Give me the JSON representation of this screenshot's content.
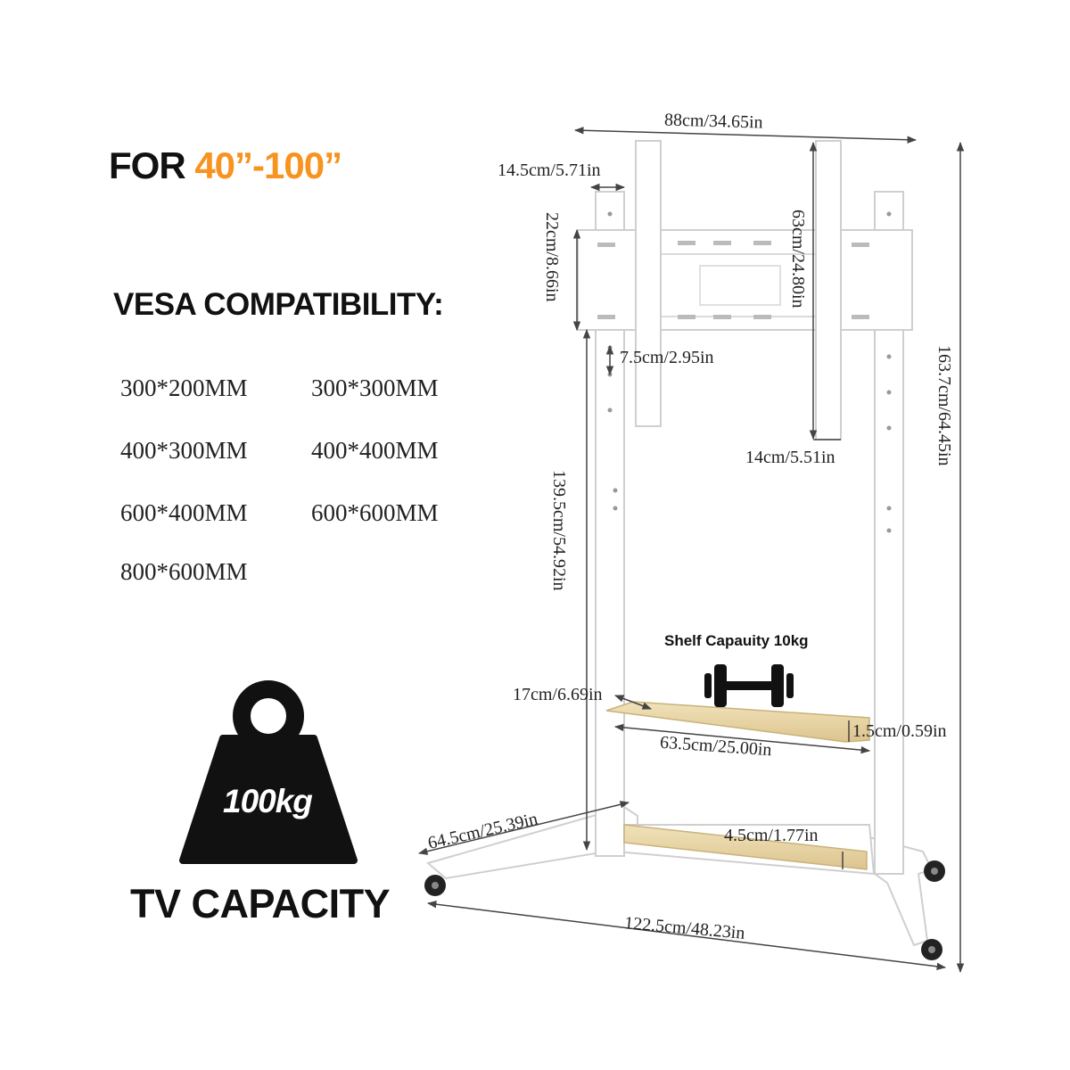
{
  "title": {
    "prefix": "FOR ",
    "range": "40”-100”"
  },
  "vesa": {
    "heading": "VESA COMPATIBILITY:",
    "sizes": [
      "300*200MM",
      "300*300MM",
      "400*300MM",
      "400*400MM",
      "600*400MM",
      "600*600MM",
      "800*600MM"
    ]
  },
  "capacity": {
    "value": "100kg",
    "label": "TV CAPACITY"
  },
  "shelf_capacity": "Shelf Capauity 10kg",
  "dimensions": {
    "top_width": "88cm/34.65in",
    "post_width": "14.5cm/5.71in",
    "bracket_height": "22cm/8.66in",
    "rail_height": "63cm/24.80in",
    "rail_offset": "7.5cm/2.95in",
    "rail_width": "14cm/5.51in",
    "total_height": "163.7cm/64.45in",
    "post_height": "139.5cm/54.92in",
    "shelf_depth": "17cm/6.69in",
    "shelf_thickness": "1.5cm/0.59in",
    "shelf_width": "63.5cm/25.00in",
    "base_depth": "64.5cm/25.39in",
    "bar_thickness": "4.5cm/1.77in",
    "base_width": "122.5cm/48.23in"
  },
  "colors": {
    "accent": "#f7931e",
    "wood": "#e9d6a8",
    "frame": "#ffffff",
    "outline": "#cfcfcf"
  }
}
